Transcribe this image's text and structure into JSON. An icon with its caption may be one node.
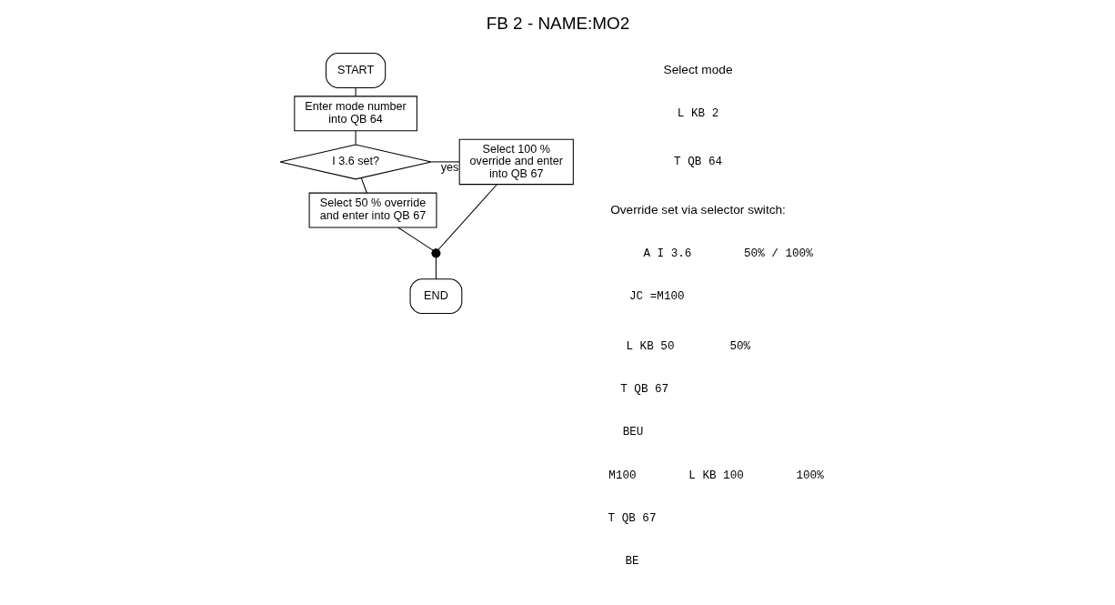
{
  "diagram": {
    "title": "FB 2 - NAME:MO2",
    "nodes": [
      {
        "text": [
          "START"
        ]
      },
      {
        "text": [
          "Enter mode number into QB 64"
        ]
      },
      {
        "text": [
          "I 3.6 set?"
        ]
      },
      {
        "text": [
          "Select 100 % override and enter into QB 67"
        ]
      },
      {
        "text": [
          "Select 50 % override and enter into QB 67"
        ]
      },
      {
        "text": [],
        "shape": "circle"
      },
      {
        "text": [
          "END"
        ]
      }
    ],
    "edges": [
      {
        "from": 0,
        "to": 1,
        "arrow": "none"
      },
      {
        "from": 1,
        "to": 2,
        "arrow": "none"
      },
      {
        "from": 2,
        "to": 3,
        "arrow": "none",
        "label": "yes"
      },
      {
        "from": 2,
        "to": 4,
        "arrow": "none"
      },
      {
        "from": 4,
        "to": 5,
        "arrow": "none"
      },
      {
        "from": 3,
        "to": 5,
        "arrow": "none"
      },
      {
        "from": 5,
        "to": 6,
        "arrow": "none"
      }
    ],
    "labels": [
      "Select mode",
      "L KB 2",
      "T QB 64",
      "Override set via selector switch:",
      "A I 3.6",
      "50% / 100%",
      "JC =M100",
      "L KB 50",
      "50%",
      "T QB 67",
      "BEU",
      "M100",
      "L KB 100",
      "100%",
      "T QB 67",
      "BE"
    ]
  }
}
